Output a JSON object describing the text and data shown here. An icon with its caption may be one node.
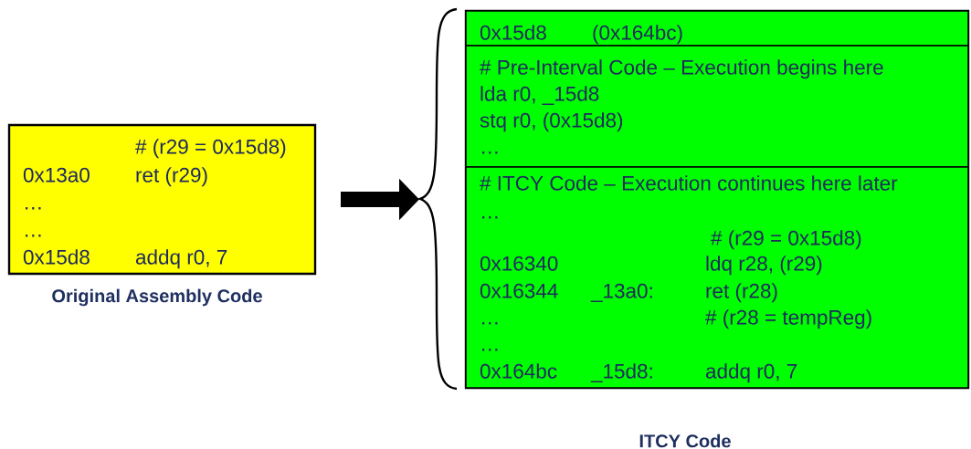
{
  "diagram": {
    "nodes": [
      {
        "text": [
          "# (r29 = 0x15d8)",
          "0x13a0",
          "ret (r29)",
          "…",
          "…",
          "0x15d8",
          "addq r0, 7"
        ],
        "beside": [
          "Original Assembly Code"
        ]
      },
      {
        "text": [],
        "shape": "box",
        "beside": [
          "ITCY Code"
        ]
      },
      {
        "text": [
          "0x15d8",
          "(0x164bc)"
        ],
        "in": 1
      },
      {
        "text": [
          "# Pre-Interval Code – Execution begins here",
          "lda r0, _15d8",
          "stq r0, (0x15d8)",
          "…"
        ],
        "in": 1
      },
      {
        "text": [
          "# ITCY Code – Execution continues here later",
          "…",
          "# (r29 = 0x15d8)",
          "0x16340",
          "ldq r28, (r29)",
          "0x16344",
          "_13a0:",
          "ret (r28)",
          "…",
          "# (r28 = tempReg)",
          "…",
          "0x164bc",
          "_15d8:",
          "addq r0, 7"
        ],
        "in": 1
      }
    ],
    "edges": [
      {
        "from": 0,
        "to": 1,
        "arrow": "to"
      }
    ]
  }
}
